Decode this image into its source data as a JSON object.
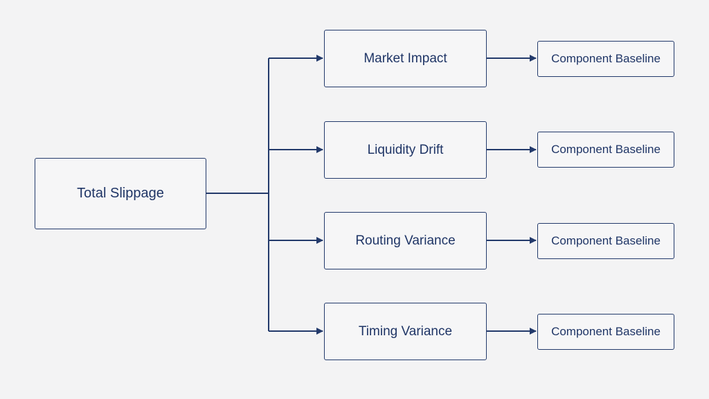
{
  "diagram": {
    "root": {
      "label": "Total Slippage"
    },
    "components": [
      {
        "label": "Market Impact",
        "baseline": "Component Baseline"
      },
      {
        "label": "Liquidity Drift",
        "baseline": "Component Baseline"
      },
      {
        "label": "Routing Variance",
        "baseline": "Component Baseline"
      },
      {
        "label": "Timing Variance",
        "baseline": "Component Baseline"
      }
    ],
    "colors": {
      "background": "#f3f3f4",
      "stroke": "#233a6b",
      "text": "#1f3566"
    }
  }
}
